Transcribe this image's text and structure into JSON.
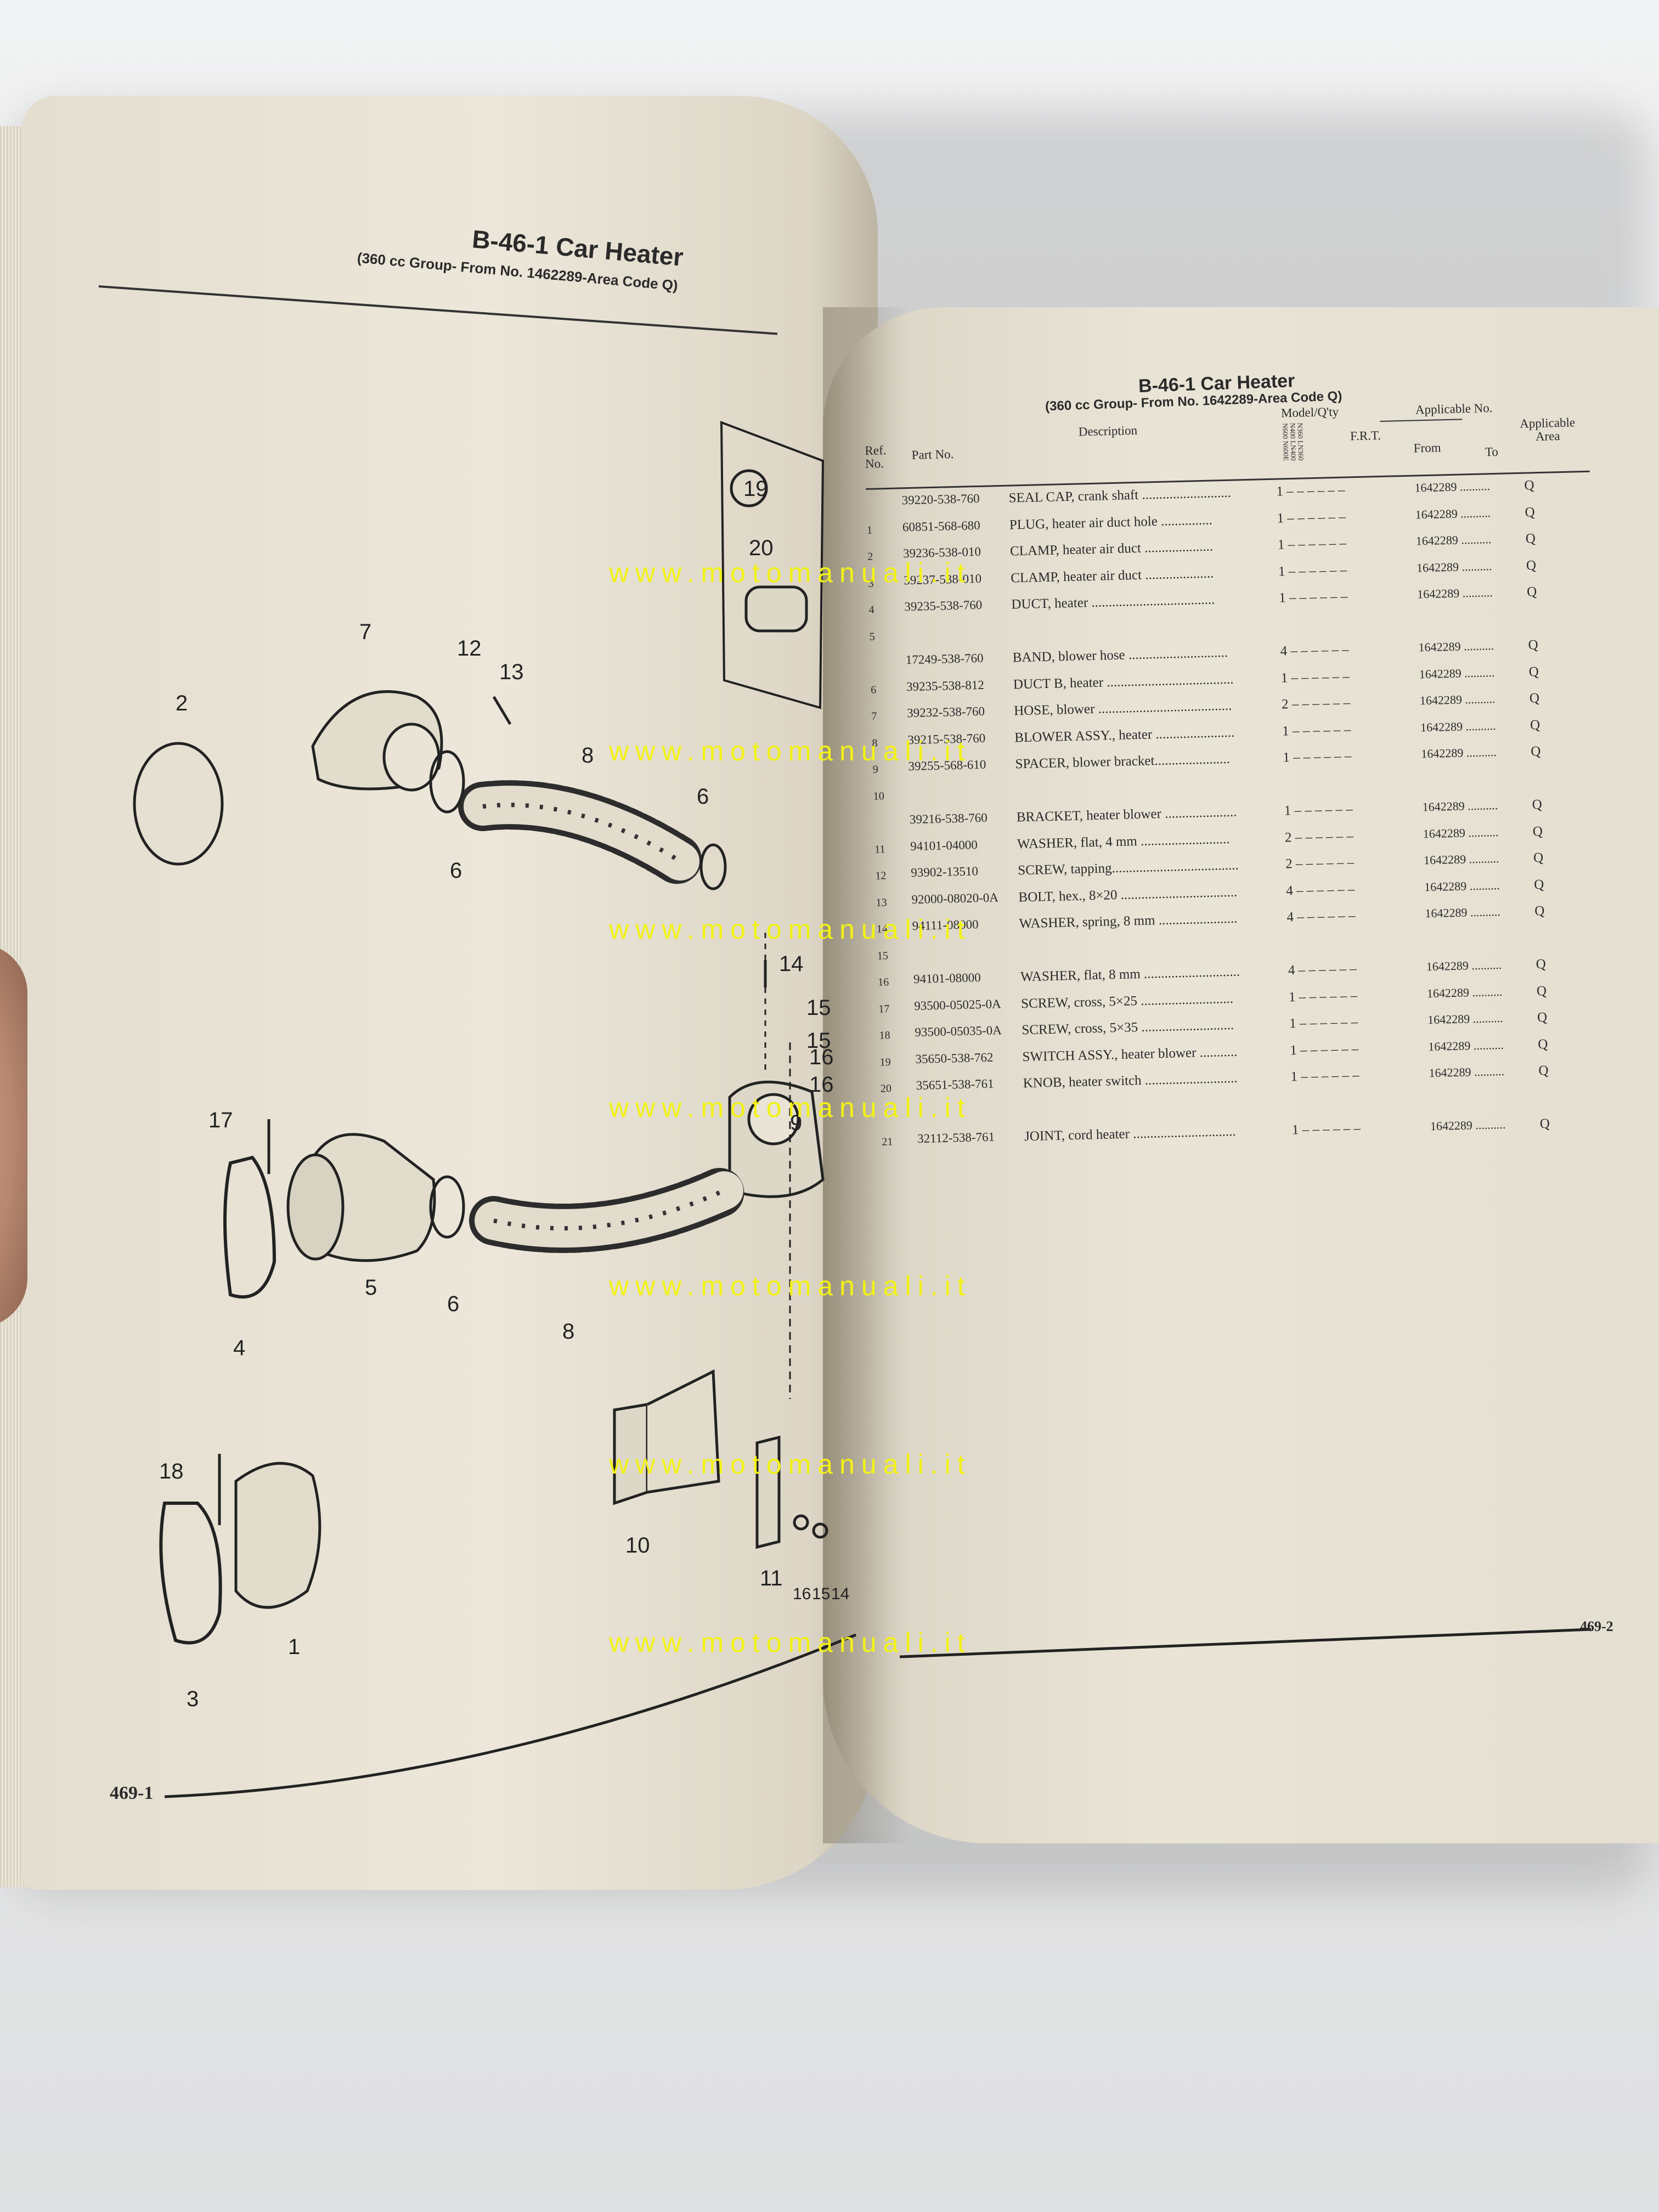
{
  "left_page": {
    "title": "B-46-1  Car Heater",
    "subtitle": "(360 cc Group- From No. 1462289-Area Code Q)",
    "page_number": "469-1",
    "diagram_callouts": [
      "19",
      "20",
      "7",
      "12",
      "13",
      "2",
      "8",
      "6",
      "6",
      "14",
      "15",
      "16",
      "16",
      "15",
      "17",
      "5",
      "6",
      "8",
      "4",
      "9",
      "10",
      "11",
      "16",
      "15",
      "14",
      "18",
      "1",
      "3"
    ]
  },
  "right_page": {
    "title": "B-46-1  Car Heater",
    "subtitle": "(360 cc Group- From No. 1642289-Area Code Q)",
    "page_number": "469-2",
    "table_headers": {
      "ref_no": "Ref. No.",
      "part_no": "Part No.",
      "description": "Description",
      "model_qty": "Model/Q'ty",
      "models": "N360 LN360 N400 LN400 N600 N600E",
      "frt": "F.R.T.",
      "applicable_no": "Applicable No.",
      "from": "From",
      "to": "To",
      "applicable_area": "Applicable Area"
    },
    "parts": [
      {
        "ref": "",
        "part_no": "39220-538-760",
        "description": "SEAL CAP, crank shaft ..........................",
        "qty": "1 – – – – – –",
        "from": "1642289 ..........",
        "area": "Q"
      },
      {
        "ref": "1",
        "part_no": "60851-568-680",
        "description": "PLUG, heater air duct hole  ...............",
        "qty": "1 – – – – – –",
        "from": "1642289 ..........",
        "area": "Q"
      },
      {
        "ref": "2",
        "part_no": "39236-538-010",
        "description": "CLAMP, heater air duct  ....................",
        "qty": "1 – – – – – –",
        "from": "1642289 ..........",
        "area": "Q"
      },
      {
        "ref": "3",
        "part_no": "39237-538-010",
        "description": "CLAMP, heater air duct  ....................",
        "qty": "1 – – – – – –",
        "from": "1642289 ..........",
        "area": "Q"
      },
      {
        "ref": "4",
        "part_no": "39235-538-760",
        "description": "DUCT, heater  ....................................",
        "qty": "1 – – – – – –",
        "from": "1642289 ..........",
        "area": "Q"
      },
      {
        "ref": "5",
        "part_no": "",
        "description": "",
        "qty": "",
        "from": "",
        "area": ""
      },
      {
        "ref": "",
        "part_no": "17249-538-760",
        "description": "BAND, blower hose  .............................",
        "qty": "4 – – – – – –",
        "from": "1642289 ..........",
        "area": "Q"
      },
      {
        "ref": "6",
        "part_no": "39235-538-812",
        "description": "DUCT B, heater .....................................",
        "qty": "1 – – – – – –",
        "from": "1642289 ..........",
        "area": "Q"
      },
      {
        "ref": "7",
        "part_no": "39232-538-760",
        "description": "HOSE, blower .......................................",
        "qty": "2 – – – – – –",
        "from": "1642289 ..........",
        "area": "Q"
      },
      {
        "ref": "8",
        "part_no": "39215-538-760",
        "description": "BLOWER ASSY., heater .......................",
        "qty": "1 – – – – – –",
        "from": "1642289 ..........",
        "area": "Q"
      },
      {
        "ref": "9",
        "part_no": "39255-568-610",
        "description": "SPACER, blower bracket......................",
        "qty": "1 – – – – – –",
        "from": "1642289 ..........",
        "area": "Q"
      },
      {
        "ref": "10",
        "part_no": "",
        "description": "",
        "qty": "",
        "from": "",
        "area": ""
      },
      {
        "ref": "",
        "part_no": "39216-538-760",
        "description": "BRACKET, heater blower .....................",
        "qty": "1 – – – – – –",
        "from": "1642289 ..........",
        "area": "Q"
      },
      {
        "ref": "11",
        "part_no": "94101-04000",
        "description": "WASHER, flat, 4 mm  ..........................",
        "qty": "2 – – – – – –",
        "from": "1642289 ..........",
        "area": "Q"
      },
      {
        "ref": "12",
        "part_no": "93902-13510",
        "description": "SCREW, tapping.....................................",
        "qty": "2 – – – – – –",
        "from": "1642289 ..........",
        "area": "Q"
      },
      {
        "ref": "13",
        "part_no": "92000-08020-0A",
        "description": "BOLT, hex., 8×20 ..................................",
        "qty": "4 – – – – – –",
        "from": "1642289 ..........",
        "area": "Q"
      },
      {
        "ref": "14",
        "part_no": "94111-08000",
        "description": "WASHER, spring, 8 mm .......................",
        "qty": "4 – – – – – –",
        "from": "1642289 ..........",
        "area": "Q"
      },
      {
        "ref": "15",
        "part_no": "",
        "description": "",
        "qty": "",
        "from": "",
        "area": ""
      },
      {
        "ref": "16",
        "part_no": "94101-08000",
        "description": "WASHER, flat, 8 mm ............................",
        "qty": "4 – – – – – –",
        "from": "1642289 ..........",
        "area": "Q"
      },
      {
        "ref": "17",
        "part_no": "93500-05025-0A",
        "description": "SCREW, cross, 5×25  ...........................",
        "qty": "1 – – – – – –",
        "from": "1642289 ..........",
        "area": "Q"
      },
      {
        "ref": "18",
        "part_no": "93500-05035-0A",
        "description": "SCREW, cross, 5×35  ...........................",
        "qty": "1 – – – – – –",
        "from": "1642289 ..........",
        "area": "Q"
      },
      {
        "ref": "19",
        "part_no": "35650-538-762",
        "description": "SWITCH ASSY., heater blower  ...........",
        "qty": "1 – – – – – –",
        "from": "1642289 ..........",
        "area": "Q"
      },
      {
        "ref": "20",
        "part_no": "35651-538-761",
        "description": "KNOB, heater switch  ...........................",
        "qty": "1 – – – – – –",
        "from": "1642289 ..........",
        "area": "Q"
      },
      {
        "ref": "",
        "part_no": "",
        "description": "",
        "qty": "",
        "from": "",
        "area": ""
      },
      {
        "ref": "21",
        "part_no": "32112-538-761",
        "description": "JOINT, cord heater  ..............................",
        "qty": "1 – – – – – –",
        "from": "1642289 ..........",
        "area": "Q"
      }
    ]
  },
  "watermark": "www.motomanuali.it",
  "colors": {
    "watermark": "#f2f215",
    "paper": "#e9e4d6",
    "ink": "#2a2a2a"
  }
}
